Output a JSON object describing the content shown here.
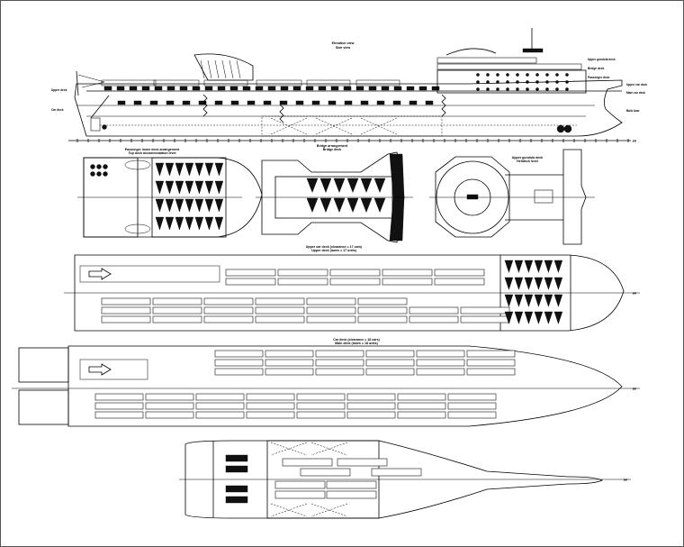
{
  "drawing": {
    "title": "General Arrangement — Ferry Vessel",
    "views": [
      {
        "id": "profile",
        "title": "Elevation view",
        "subtitle": "Side view"
      },
      {
        "id": "upper-passenger-deck",
        "title": "Passenger lower deck arrangement",
        "subtitle": "Top deck accommodation level"
      },
      {
        "id": "bridge-deck",
        "title": "Bridge arrangement",
        "subtitle": "Bridge deck"
      },
      {
        "id": "heli-deck",
        "title": "Upper gondola deck",
        "subtitle": "Helideck level"
      },
      {
        "id": "upper-car-deck",
        "title": "Upper car deck (clearance = 17 cars)",
        "subtitle": "Upper deck (lanes = 17 units)"
      },
      {
        "id": "main-car-deck",
        "title": "Car deck (clearance = 18 cars)",
        "subtitle": "Main deck (lanes = 18 units)"
      },
      {
        "id": "tank-top",
        "title": "Tank top / engine room",
        "subtitle": "Machinery arrangement"
      }
    ],
    "profile_callouts_left": [
      "Upper deck",
      "Car deck"
    ],
    "profile_callouts_right": [
      "Upper gondola deck",
      "Bridge deck",
      "Passenger deck",
      "Upper car deck",
      "Main car deck",
      "Bulb bow"
    ],
    "frame_end_marker": "FP"
  }
}
